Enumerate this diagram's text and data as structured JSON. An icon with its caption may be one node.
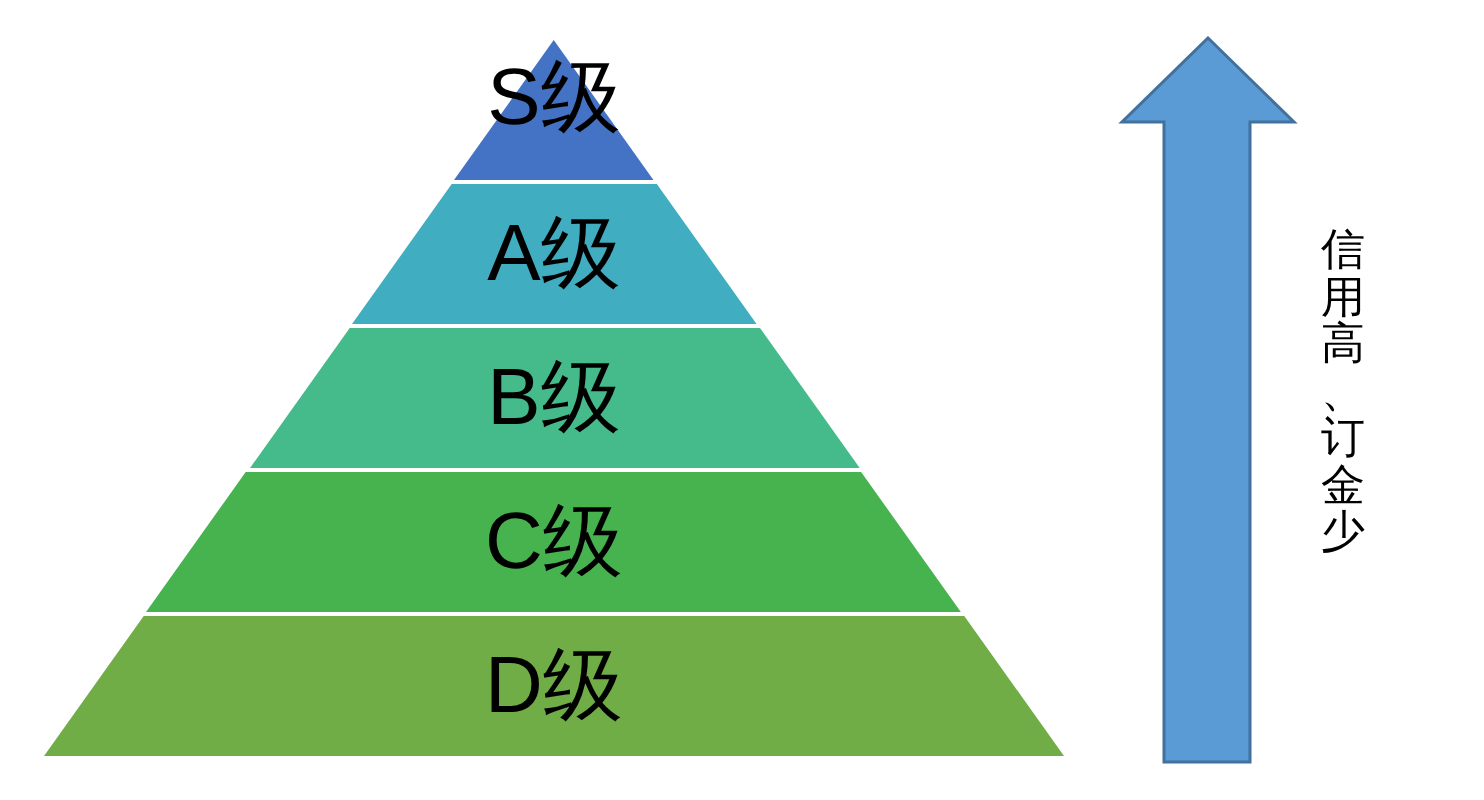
{
  "diagram": {
    "nodes": [
      {
        "text": [
          "S级"
        ]
      },
      {
        "text": [
          "A级"
        ]
      },
      {
        "text": [
          "B级"
        ]
      },
      {
        "text": [
          "C级"
        ]
      },
      {
        "text": [
          "D级"
        ]
      }
    ],
    "labels": [
      "信用高、订金少"
    ]
  }
}
